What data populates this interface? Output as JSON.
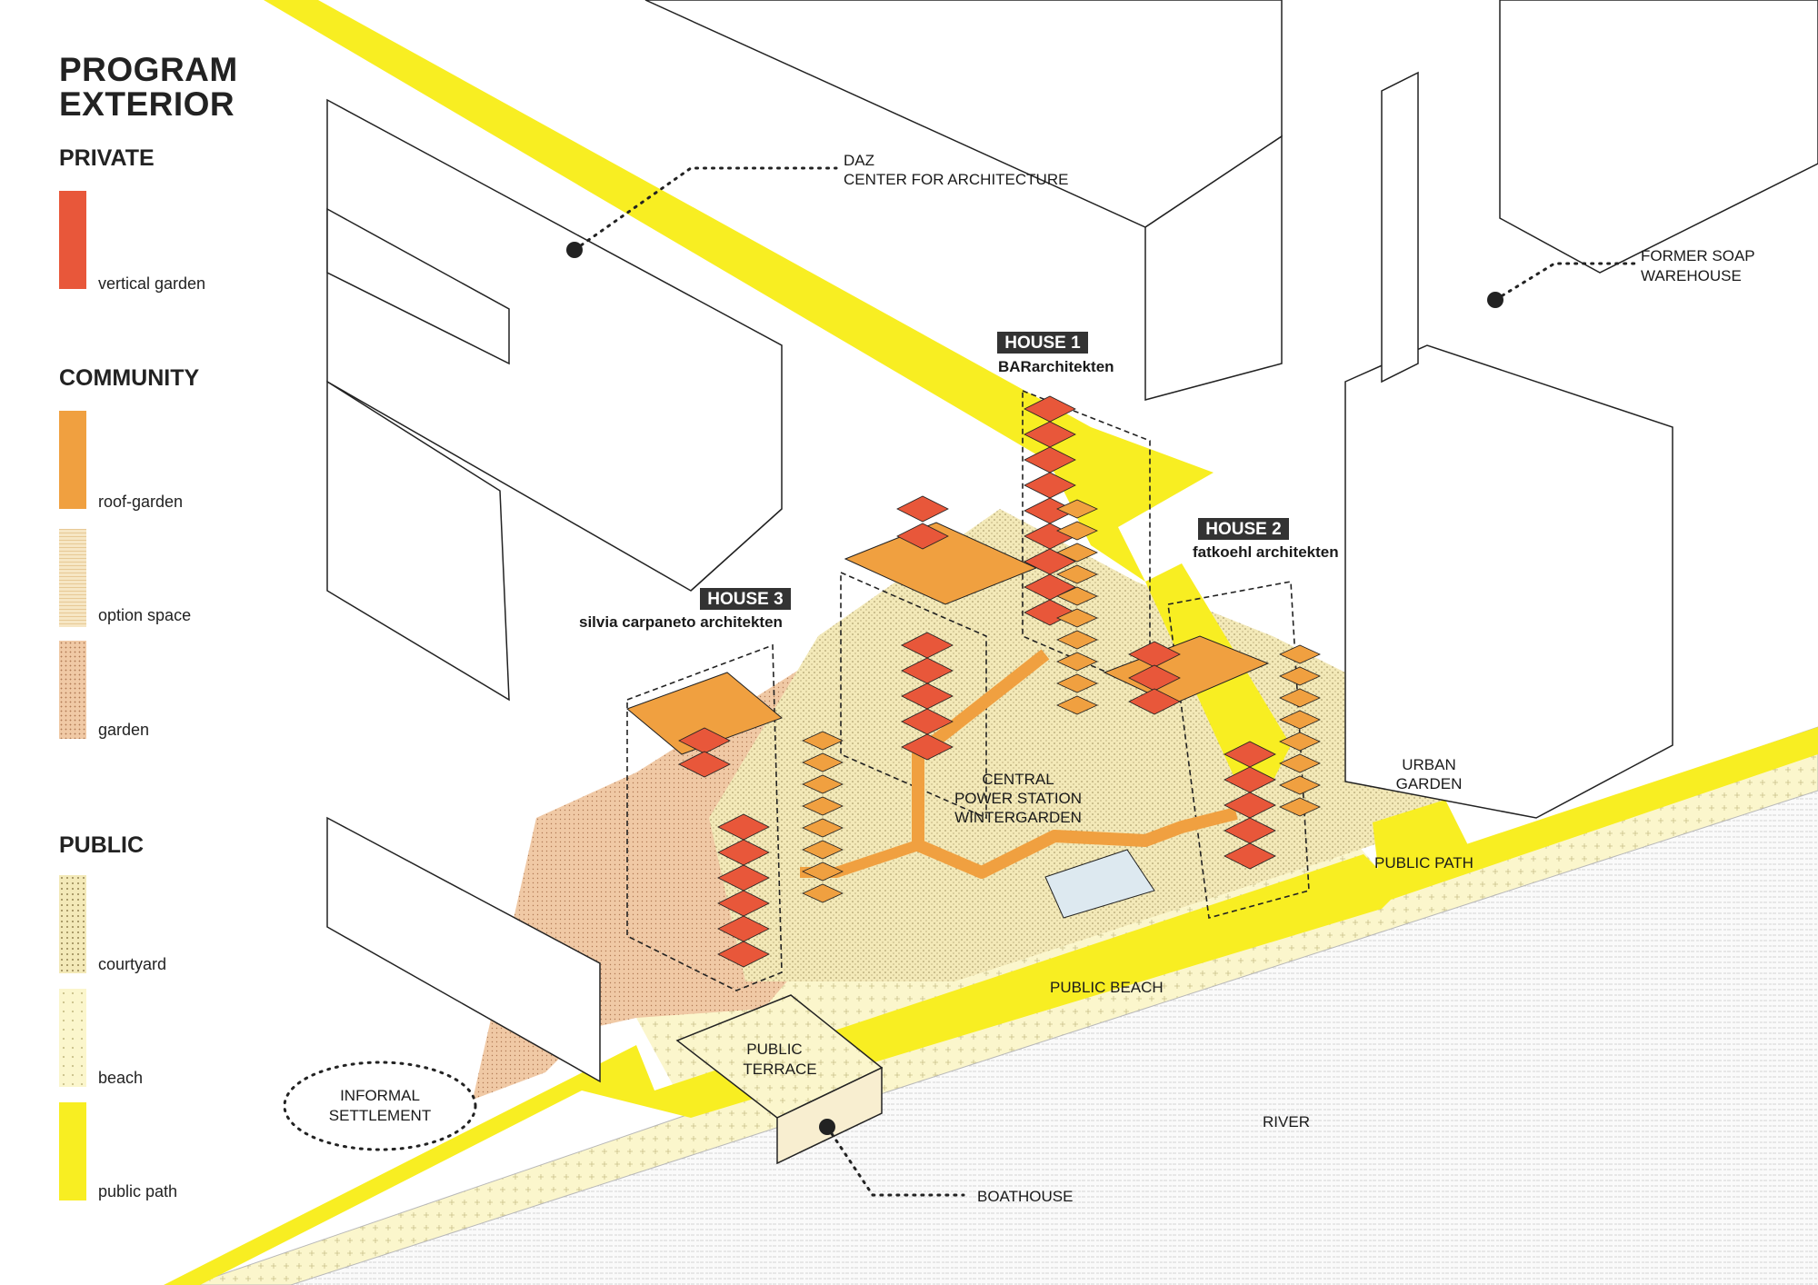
{
  "legend": {
    "title_line1": "PROGRAM",
    "title_line2": "EXTERIOR",
    "sections": [
      {
        "heading": "PRIVATE",
        "items": [
          {
            "label": "vertical garden",
            "color": "#e8573a"
          }
        ]
      },
      {
        "heading": "COMMUNITY",
        "items": [
          {
            "label": "roof-garden",
            "color": "#f0a040"
          },
          {
            "label": "option space",
            "color": "#f6ddb0"
          },
          {
            "label": "garden",
            "color": "#f0c9a5"
          }
        ]
      },
      {
        "heading": "PUBLIC",
        "items": [
          {
            "label": "courtyard",
            "color": "#f3e9b8"
          },
          {
            "label": "beach",
            "color": "#fbf6cc"
          },
          {
            "label": "public path",
            "color": "#f8ee22"
          }
        ]
      }
    ]
  },
  "houses": [
    {
      "tag": "HOUSE 1",
      "architect": "BARarchitekten"
    },
    {
      "tag": "HOUSE 2",
      "architect": "fatkoehl architekten"
    },
    {
      "tag": "HOUSE 3",
      "architect": "silvia carpaneto architekten"
    }
  ],
  "labels": {
    "daz_line1": "DAZ",
    "daz_line2": "CENTER FOR ARCHITECTURE",
    "soap_line1": "FORMER SOAP",
    "soap_line2": "WAREHOUSE",
    "central_line1": "CENTRAL",
    "central_line2": "POWER STATION",
    "central_line3": "WINTERGARDEN",
    "urban_line1": "URBAN",
    "urban_line2": "GARDEN",
    "public_path": "PUBLIC PATH",
    "public_beach": "PUBLIC BEACH",
    "terrace_line1": "PUBLIC",
    "terrace_line2": "TERRACE",
    "informal_line1": "INFORMAL",
    "informal_line2": "SETTLEMENT",
    "river": "RIVER",
    "boathouse": "BOATHOUSE"
  },
  "colors": {
    "vertical_garden": "#e8573a",
    "roof_garden": "#f0a040",
    "public_path": "#f8ee22",
    "beach": "#fbf6cc",
    "garden": "#f0c9a5",
    "courtyard": "#f3e9b8",
    "label_box": "#333333"
  }
}
